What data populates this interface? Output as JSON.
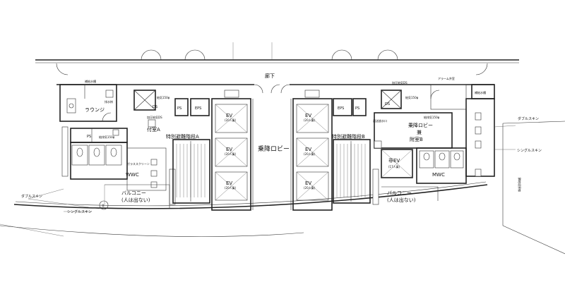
{
  "labels": {
    "corridor": "廊下",
    "lobby": "乗降ロビー",
    "fire_water_tank": "補給水槽",
    "lounge": "ラウンジ",
    "drain": "排水桝",
    "ps": "PS",
    "eps": "EPS",
    "ds": "DS",
    "vent_a": "給気150φ",
    "vent_sub_a": "給排気150φ",
    "pressure_ds": "加圧給気DS",
    "vestibule_a": "付室A",
    "stair_a": "特別避難階段A",
    "stair_b": "特別避難階段B",
    "glass_screen": "ガラススクリーン",
    "wwc": "WWC",
    "mwc": "MWC",
    "balcony": "バルコニー",
    "balcony_note": "(人は出ない)",
    "double_skin": "ダブルスキン",
    "single_skin": "シングルスキン",
    "ev": "EV",
    "ev_capacity": "(20人乗)",
    "emergency_ev": "非EV",
    "emergency_ev_capacity": "(17人乗)",
    "alarm_valve": "アラーム弁室",
    "connect_port": "連送放水口",
    "lobby_b_1": "乗降ロビー",
    "lobby_b_2": "兼",
    "lobby_b_3": "附室B",
    "emergency_mark": "非",
    "boundary": "隣地境界線"
  }
}
